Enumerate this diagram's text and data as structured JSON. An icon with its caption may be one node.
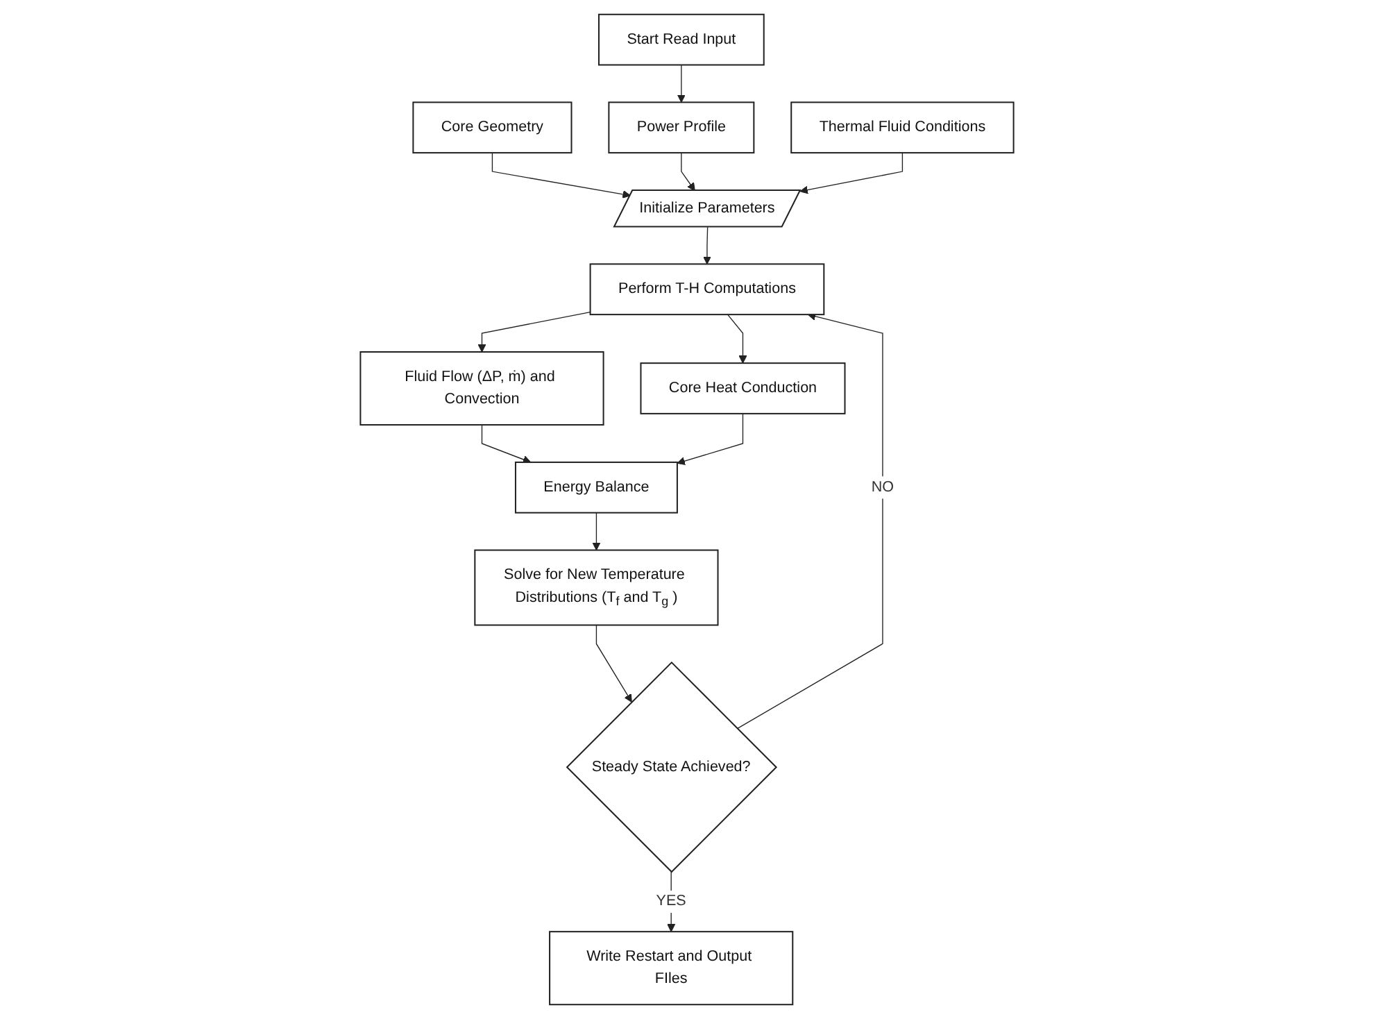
{
  "diagram": {
    "nodes": [
      {
        "text": [
          "Start Read Input"
        ]
      },
      {
        "text": [
          "Core Geometry"
        ]
      },
      {
        "text": [
          "Power Profile"
        ]
      },
      {
        "text": [
          "Thermal Fluid Conditions"
        ]
      },
      {
        "text": [
          "Initialize Parameters"
        ]
      },
      {
        "text": [
          "Perform T-H Computations"
        ]
      },
      {
        "text": [
          "Fluid Flow (ΔP, ṁ) and Convection"
        ]
      },
      {
        "text": [
          "Core Heat Conduction"
        ]
      },
      {
        "text": [
          "Energy Balance"
        ]
      },
      {
        "text": [
          "Solve for New Temperature Distributions (T$_{f}$ and T$_{g}$ )"
        ]
      },
      {
        "text": [
          "Steady State Achieved?"
        ]
      },
      {
        "text": [
          "Write Restart and Output FIles"
        ]
      }
    ],
    "edges": [
      {
        "from": 0,
        "to": 2,
        "arrow": "to"
      },
      {
        "from": 1,
        "to": 4,
        "arrow": "to"
      },
      {
        "from": 2,
        "to": 4,
        "arrow": "to"
      },
      {
        "from": 3,
        "to": 4,
        "arrow": "to"
      },
      {
        "from": 4,
        "to": 5,
        "arrow": "to"
      },
      {
        "from": 5,
        "to": 6,
        "arrow": "to"
      },
      {
        "from": 5,
        "to": 7,
        "arrow": "to"
      },
      {
        "from": 6,
        "to": 8,
        "arrow": "to"
      },
      {
        "from": 7,
        "to": 8,
        "arrow": "to"
      },
      {
        "from": 8,
        "to": 9,
        "arrow": "to"
      },
      {
        "from": 9,
        "to": 10,
        "arrow": "to"
      },
      {
        "from": 10,
        "to": 5,
        "label": "NO",
        "arrow": "to"
      },
      {
        "from": 10,
        "to": 11,
        "label": "YES",
        "arrow": "to"
      }
    ]
  }
}
